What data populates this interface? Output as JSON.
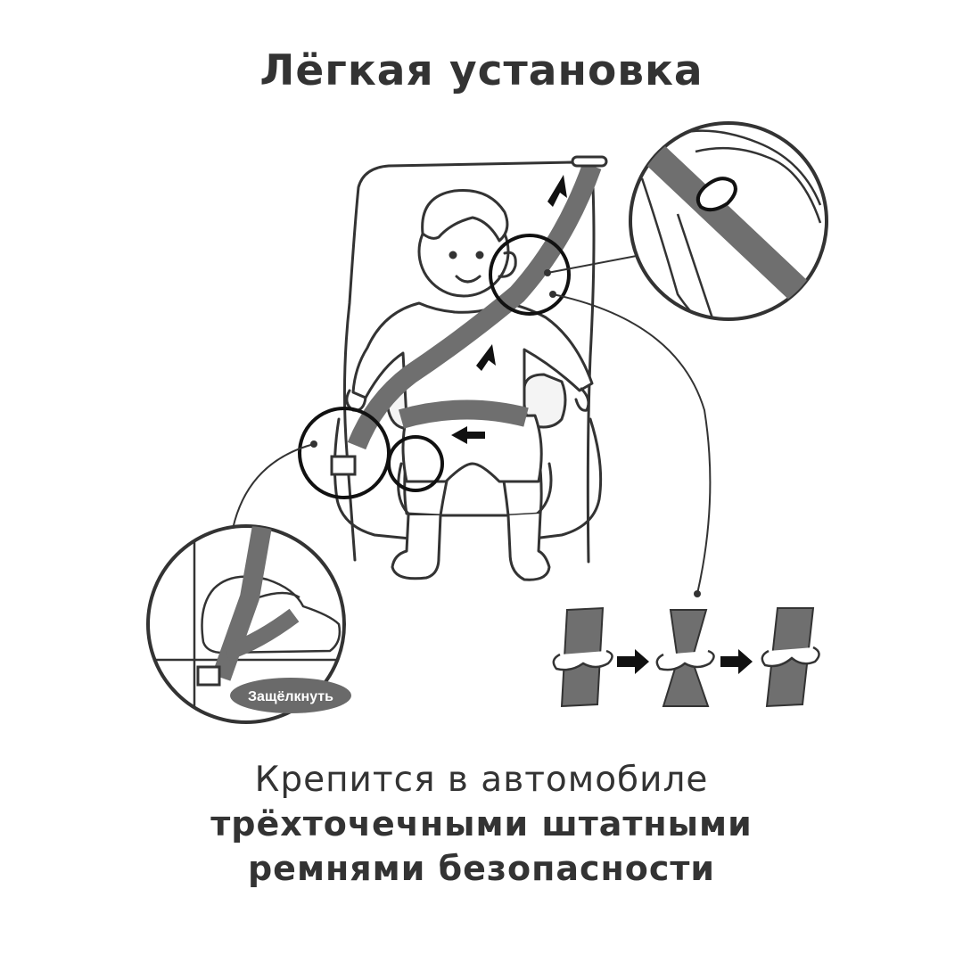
{
  "header": {
    "title": "Лёгкая установка"
  },
  "illustration": {
    "buckle_tag": "Защёлкнуть",
    "colors": {
      "line": "#333333",
      "belt": "#6f6f6f",
      "tag": "#6a6a6a",
      "tag_text": "#ffffff"
    }
  },
  "caption": {
    "line1": "Крепится в автомобиле",
    "line2": "трёхточечными штатными",
    "line3": "ремнями безопасности"
  }
}
